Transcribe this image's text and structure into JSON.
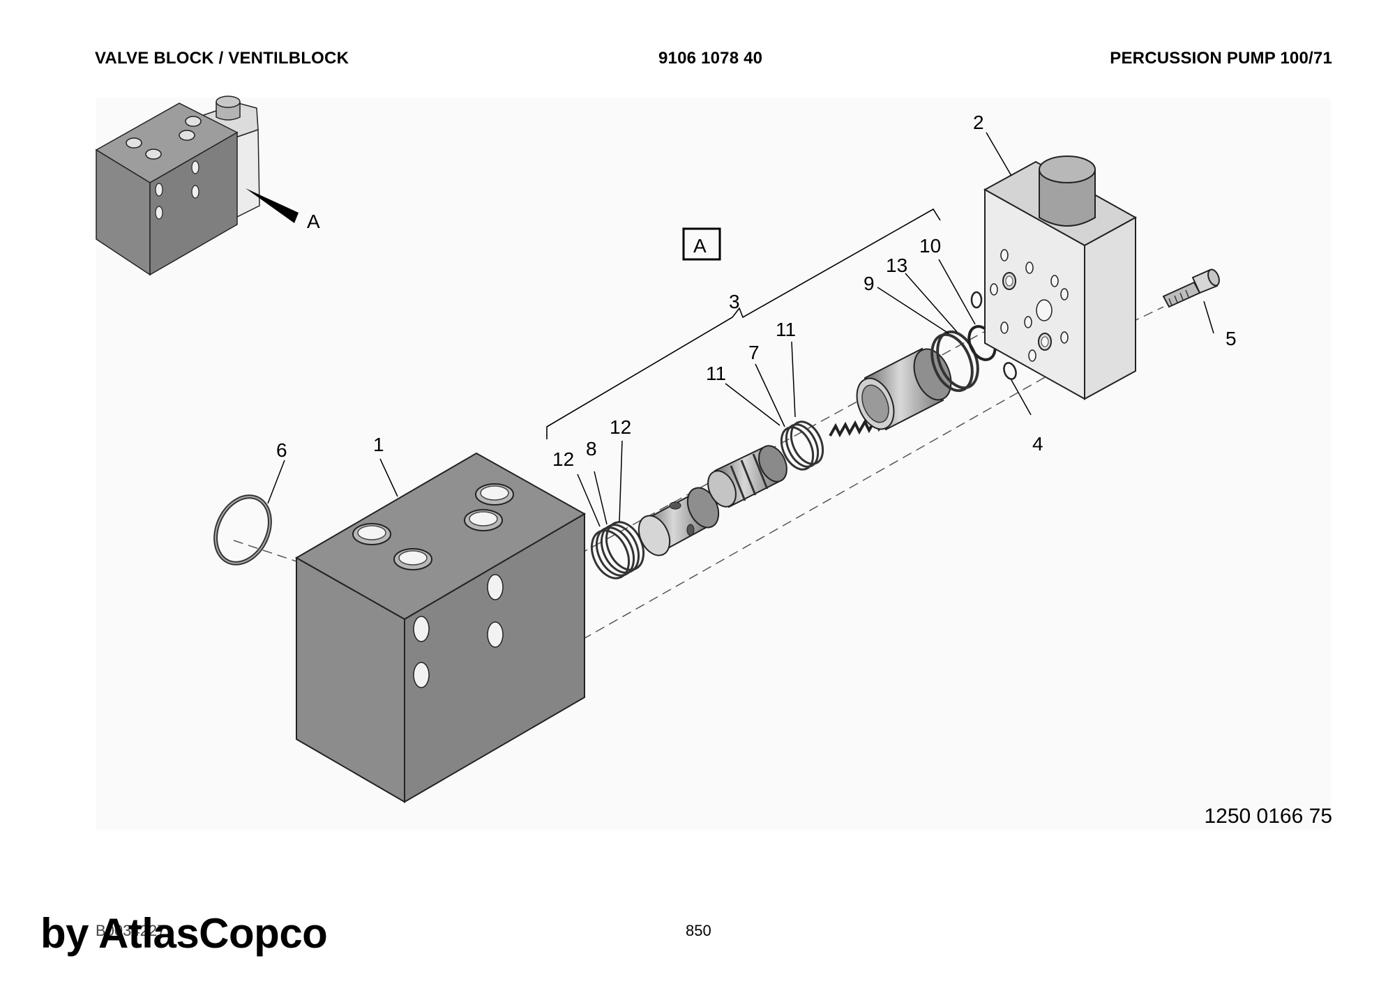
{
  "header": {
    "left": "VALVE BLOCK / VENTILBLOCK",
    "center": "9106 1078 40",
    "right": "PERCUSSION PUMP 100/71"
  },
  "diagram": {
    "view_marker": "A",
    "detail_box": "A",
    "callouts": {
      "c1": "1",
      "c2": "2",
      "c3": "3",
      "c4": "4",
      "c5": "5",
      "c6": "6",
      "c7": "7",
      "c8": "8",
      "c9": "9",
      "c10": "10",
      "c11a": "11",
      "c11b": "11",
      "c12a": "12",
      "c12b": "12",
      "c13": "13"
    }
  },
  "footer": {
    "drawing_number": "1250 0166 75",
    "ref_code": "B0034227",
    "page": "850",
    "brand": "by AtlasCopco"
  }
}
